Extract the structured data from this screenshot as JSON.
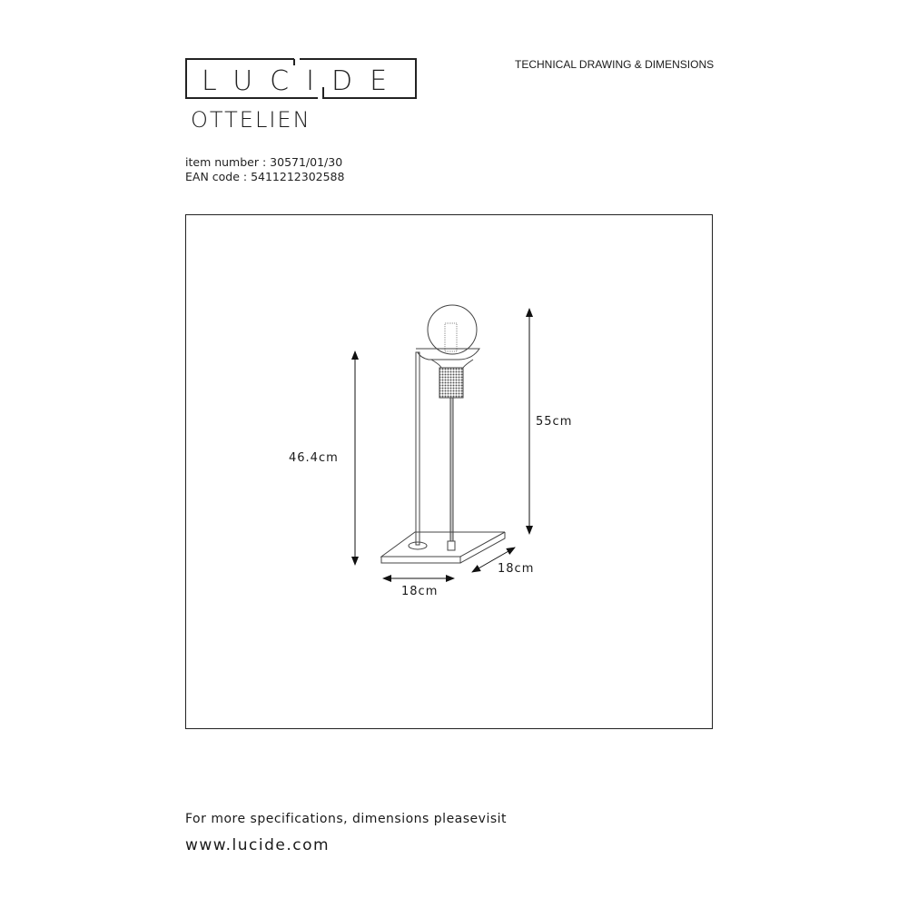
{
  "brand": {
    "logo_text": "LUCIDE"
  },
  "header": {
    "title": "TECHNICAL DRAWING & DIMENSIONS",
    "product_name": "OTTELIEN"
  },
  "meta": {
    "item_number": "item number : 30571/01/30",
    "ean_code": "EAN code : 5411212302588"
  },
  "drawing": {
    "dimensions": {
      "arm_height": "46.4cm",
      "total_height": "55cm",
      "width": "18cm",
      "depth": "18cm"
    }
  },
  "footer": {
    "text": "For more specifications, dimensions pleasevisit",
    "url": "www.lucide.com"
  }
}
